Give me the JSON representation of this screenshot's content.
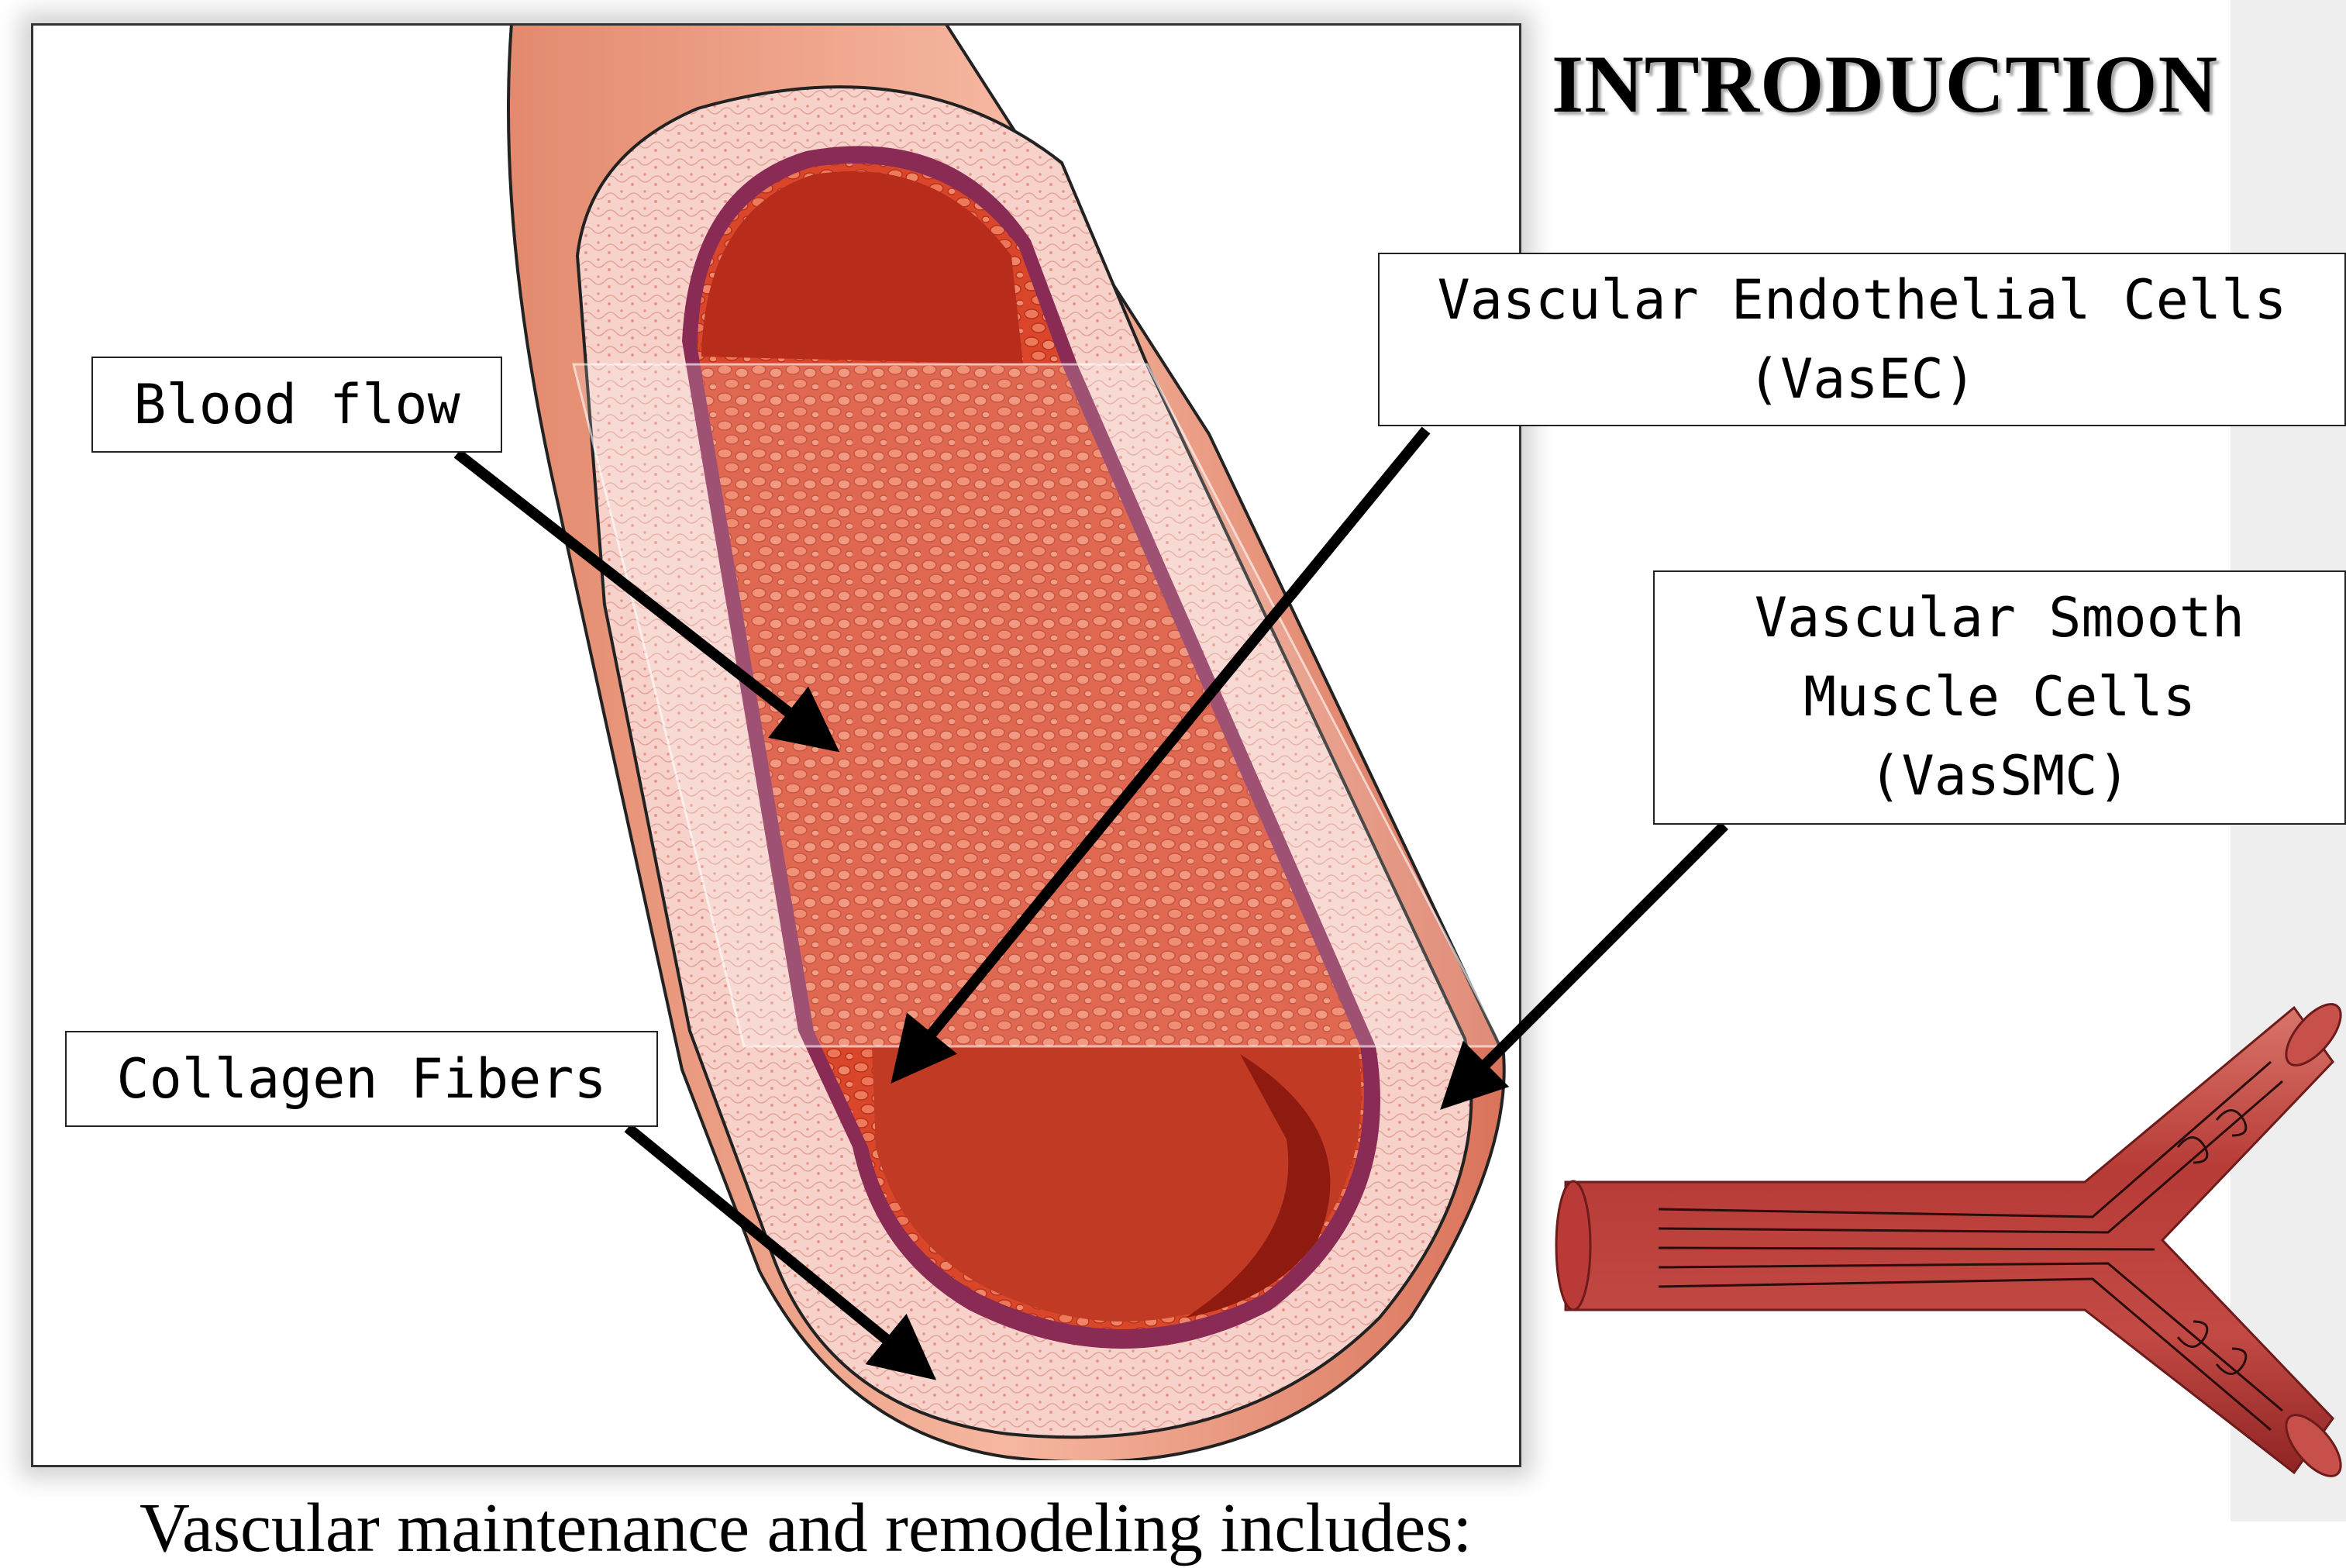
{
  "header": {
    "title": "INTRODUCTION"
  },
  "labels": {
    "blood_flow": "Blood flow",
    "vasec_line1": "Vascular Endothelial Cells",
    "vasec_line2": "(VasEC)",
    "vassmc_line1": "Vascular Smooth",
    "vassmc_line2": "Muscle Cells",
    "vassmc_line3": "(VasSMC)",
    "collagen": "Collagen Fibers"
  },
  "footer": {
    "text": "Vascular maintenance and remodeling includes:"
  },
  "colors": {
    "blood": "#c8341f",
    "blood_dark": "#a81e12",
    "vessel_wall": "#f3c4bc",
    "endothelium": "#8a2b55",
    "arrow": "#000000"
  }
}
